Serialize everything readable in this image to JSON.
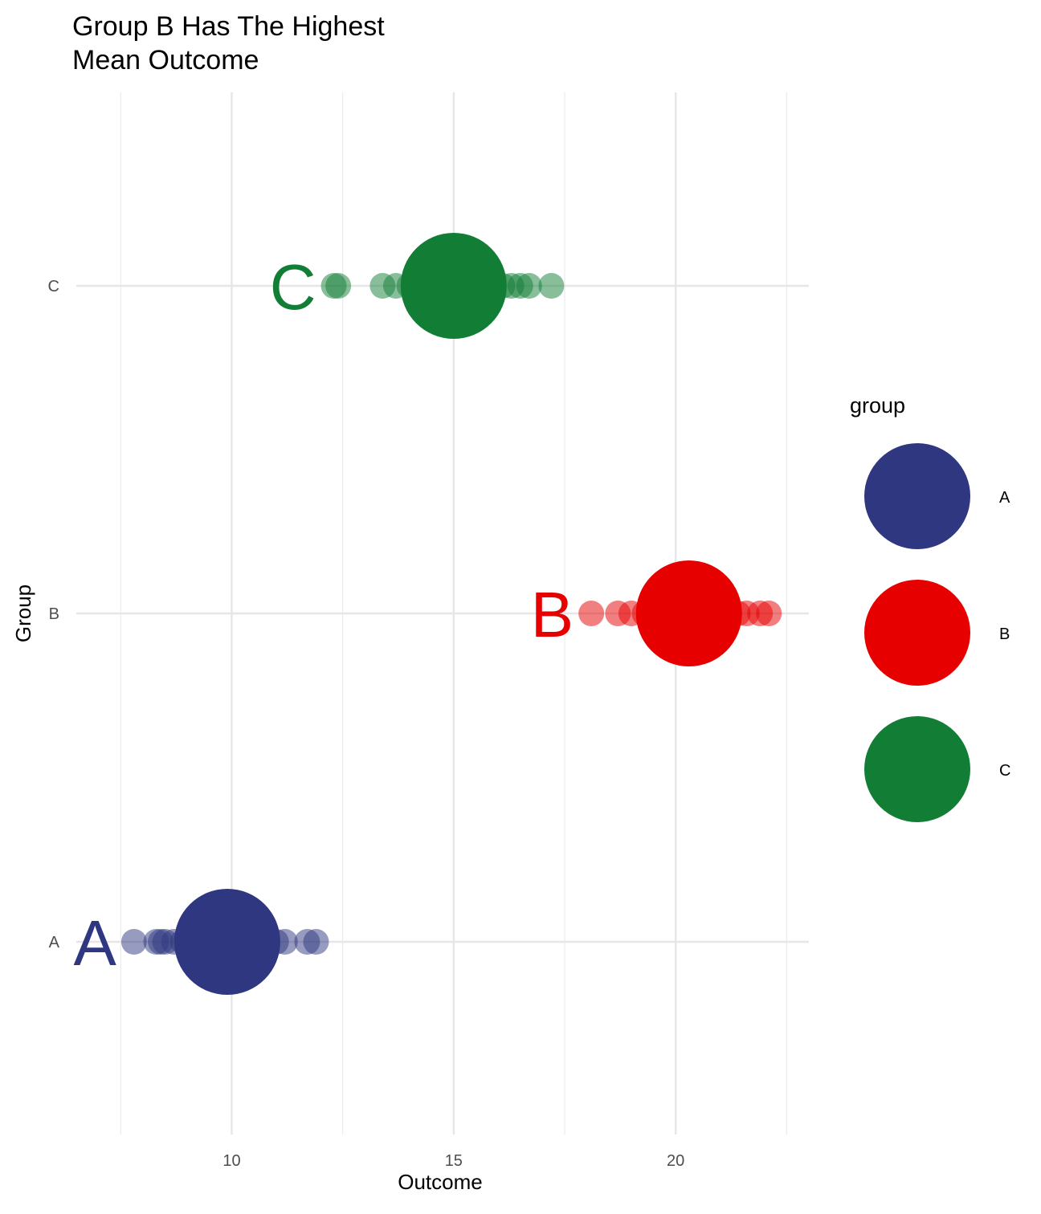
{
  "chart_data": {
    "type": "scatter",
    "title_lines": [
      "Group B Has The Highest",
      "Mean Outcome"
    ],
    "xlabel": "Outcome",
    "ylabel": "Group",
    "xlim": [
      6.5,
      23.0
    ],
    "x_ticks": [
      10,
      15,
      20
    ],
    "x_tick_labels": [
      "10",
      "15",
      "20"
    ],
    "x_minor_ticks": [
      7.5,
      12.5,
      17.5,
      22.5
    ],
    "categories": [
      "A",
      "B",
      "C"
    ],
    "grid": true,
    "legend_position": "right",
    "legend_title": "group",
    "series": [
      {
        "name": "A",
        "color": "#2E3780",
        "mean": 9.9,
        "points": [
          7.8,
          8.3,
          8.4,
          8.5,
          8.7,
          8.9,
          9.1,
          9.3,
          9.5,
          9.7,
          10.0,
          10.2,
          10.4,
          10.6,
          10.8,
          11.0,
          11.2,
          11.7,
          11.9
        ]
      },
      {
        "name": "B",
        "color": "#E60000",
        "mean": 20.3,
        "points": [
          18.1,
          18.7,
          19.0,
          19.3,
          19.6,
          19.9,
          20.2,
          20.5,
          20.8,
          21.1,
          21.4,
          21.6,
          21.9,
          22.1
        ]
      },
      {
        "name": "C",
        "color": "#117D35",
        "mean": 15.0,
        "points": [
          12.3,
          12.4,
          13.4,
          13.7,
          14.0,
          14.3,
          14.6,
          14.9,
          15.2,
          15.5,
          15.8,
          16.1,
          16.3,
          16.5,
          16.7,
          17.2
        ]
      }
    ]
  }
}
